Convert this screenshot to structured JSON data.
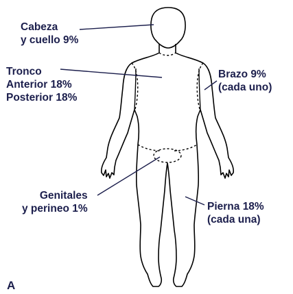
{
  "labels": {
    "cabeza": {
      "line1": "Cabeza",
      "line2": "y cuello 9%"
    },
    "tronco": {
      "line1": "Tronco",
      "line2": "Anterior 18%",
      "line3": "Posterior 18%"
    },
    "brazo": {
      "line1": "Brazo 9%",
      "line2": "(cada uno)"
    },
    "genitales": {
      "line1": "Genitales",
      "line2": "y perineo 1%"
    },
    "pierna": {
      "line1": "Pierna 18%",
      "line2": "(cada una)"
    }
  },
  "panel_letter": "A",
  "colors": {
    "text": "#1b1e4c",
    "outline": "#000000",
    "background": "#ffffff"
  }
}
